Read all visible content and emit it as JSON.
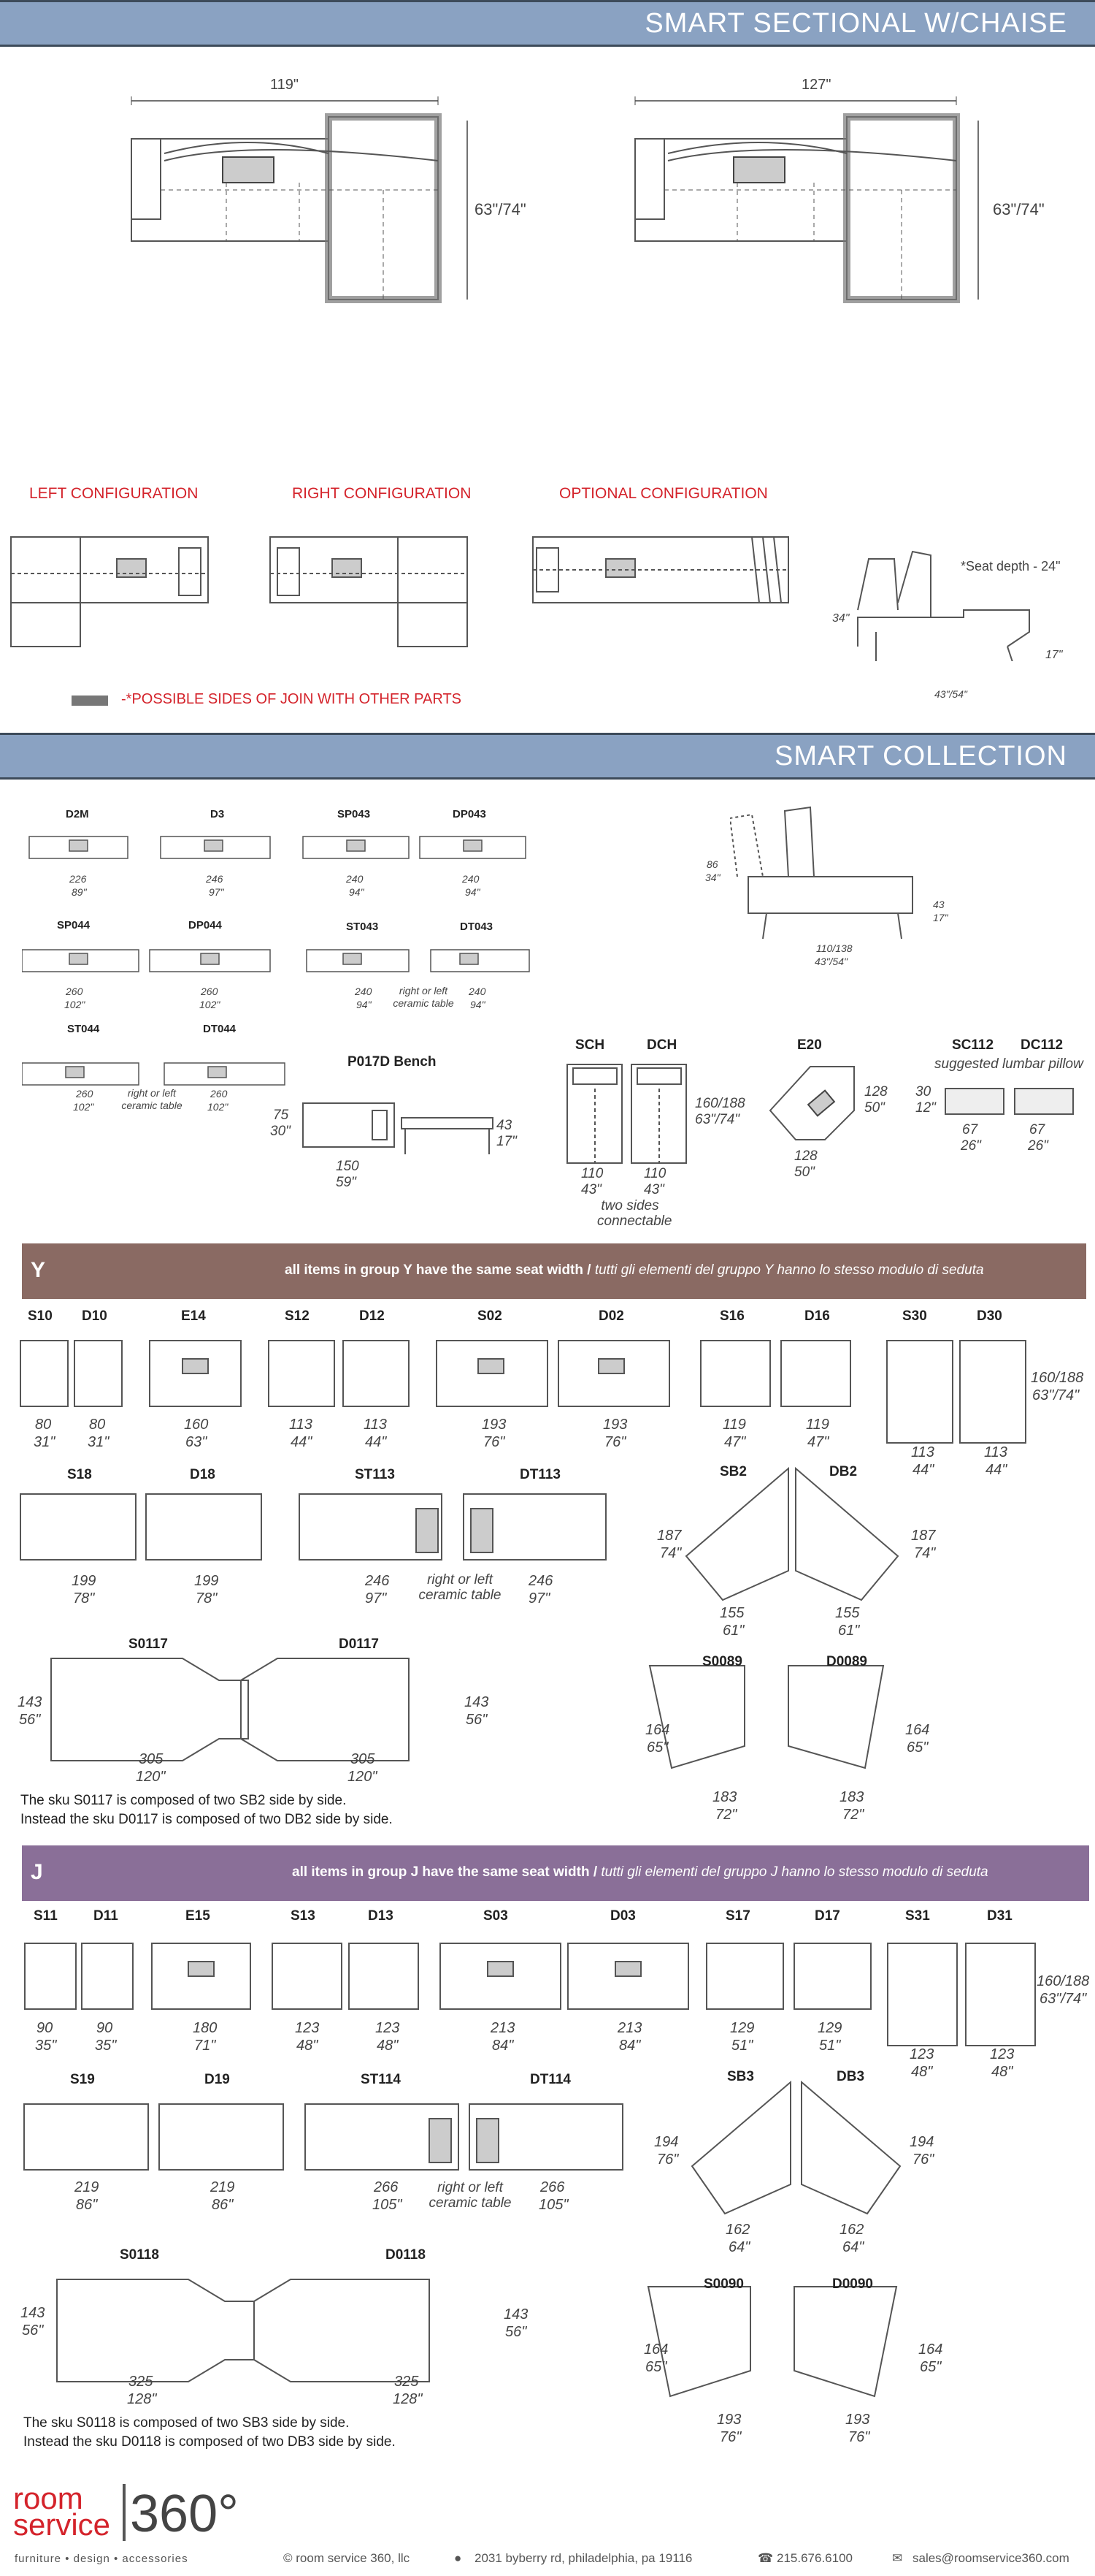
{
  "header1": {
    "title": "SMART SECTIONAL W/CHAISE"
  },
  "top": {
    "left_width": "119\"",
    "right_width": "127\"",
    "left_depth": "63\"/74\"",
    "right_depth": "63\"/74\""
  },
  "configs": {
    "left": "LEFT CONFIGURATION",
    "right": "RIGHT CONFIGURATION",
    "optional": "OPTIONAL CONFIGURATION",
    "legend": "-*POSSIBLE SIDES OF JOIN WITH OTHER PARTS",
    "seat_depth": "*Seat depth - 24\"",
    "side_h1": "34\"",
    "side_h2": "17\"",
    "side_w": "43\"/54\""
  },
  "header2": {
    "title": "SMART COLLECTION"
  },
  "smart_items": [
    {
      "label": "D2M",
      "cm": "226",
      "in": "89\""
    },
    {
      "label": "D3",
      "cm": "246",
      "in": "97\""
    },
    {
      "label": "SP043",
      "cm": "240",
      "in": "94\""
    },
    {
      "label": "DP043",
      "cm": "240",
      "in": "94\""
    },
    {
      "label": "SP044",
      "cm": "260",
      "in": "102\""
    },
    {
      "label": "DP044",
      "cm": "260",
      "in": "102\""
    },
    {
      "label": "ST043",
      "cm": "240",
      "in": "94\""
    },
    {
      "label": "DT043",
      "cm": "240",
      "in": "94\""
    },
    {
      "label": "ST044",
      "cm": "260",
      "in": "102\""
    },
    {
      "label": "DT044",
      "cm": "260",
      "in": "102\""
    }
  ],
  "table_note": "right or left ceramic table",
  "side_view": {
    "h_top": "86",
    "h_top_in": "34\"",
    "h2": "43",
    "h2_in": "17\"",
    "w": "110/138",
    "w_in": "43\"/54\""
  },
  "bench": {
    "label": "P017D Bench",
    "d": "75",
    "d_in": "30\"",
    "h": "43",
    "h_in": "17\"",
    "w": "150",
    "w_in": "59\""
  },
  "chaise": {
    "sch": "SCH",
    "dch": "DCH",
    "len": "160/188",
    "len_in": "63\"/74\"",
    "w": "110",
    "w_in": "43\"",
    "note": "two sides connectable"
  },
  "e20": {
    "label": "E20",
    "a": "128",
    "a_in": "50\"",
    "b": "128",
    "b_in": "50\""
  },
  "pillows": {
    "sc": "SC112",
    "dc": "DC112",
    "note": "suggested lumbar pillow",
    "w": "67",
    "w_in": "26\"",
    "h": "30",
    "h_in": "12\""
  },
  "groupY": {
    "letter": "Y",
    "desc": "all items in group Y have the same seat width / ",
    "desc_it": "tutti gli elementi del gruppo Y hanno lo stesso modulo di seduta",
    "row1": [
      {
        "l": "S10",
        "c": "80",
        "i": "31\""
      },
      {
        "l": "D10",
        "c": "80",
        "i": "31\""
      },
      {
        "l": "E14",
        "c": "160",
        "i": "63\""
      },
      {
        "l": "S12",
        "c": "113",
        "i": "44\""
      },
      {
        "l": "D12",
        "c": "113",
        "i": "44\""
      },
      {
        "l": "S02",
        "c": "193",
        "i": "76\""
      },
      {
        "l": "D02",
        "c": "193",
        "i": "76\""
      },
      {
        "l": "S16",
        "c": "119",
        "i": "47\""
      },
      {
        "l": "D16",
        "c": "119",
        "i": "47\""
      },
      {
        "l": "S30",
        "c": "113",
        "i": "44\""
      },
      {
        "l": "D30",
        "c": "113",
        "i": "44\""
      }
    ],
    "row1_depth": "160/188",
    "row1_depth_in": "63\"/74\"",
    "row2": [
      {
        "l": "S18",
        "c": "199",
        "i": "78\""
      },
      {
        "l": "D18",
        "c": "199",
        "i": "78\""
      },
      {
        "l": "ST113",
        "c": "246",
        "i": "97\""
      },
      {
        "l": "DT113",
        "c": "246",
        "i": "97\""
      }
    ],
    "sb": {
      "l1": "SB2",
      "l2": "DB2",
      "h": "187",
      "h_in": "74\"",
      "w": "155",
      "w_in": "61\""
    },
    "s0": {
      "l1": "S0117",
      "l2": "D0117",
      "h": "143",
      "h_in": "56\"",
      "w": "305",
      "w_in": "120\""
    },
    "s00": {
      "l1": "S0089",
      "l2": "D0089",
      "h": "164",
      "h_in": "65\"",
      "w": "183",
      "w_in": "72\""
    },
    "para1": "The sku S0117 is composed of two SB2 side by side.",
    "para2": "Instead the sku D0117 is composed of two DB2 side by side."
  },
  "groupJ": {
    "letter": "J",
    "desc": "all items in group J have the same seat width / ",
    "desc_it": "tutti gli elementi del gruppo J hanno lo stesso modulo di seduta",
    "row1": [
      {
        "l": "S11",
        "c": "90",
        "i": "35\""
      },
      {
        "l": "D11",
        "c": "90",
        "i": "35\""
      },
      {
        "l": "E15",
        "c": "180",
        "i": "71\""
      },
      {
        "l": "S13",
        "c": "123",
        "i": "48\""
      },
      {
        "l": "D13",
        "c": "123",
        "i": "48\""
      },
      {
        "l": "S03",
        "c": "213",
        "i": "84\""
      },
      {
        "l": "D03",
        "c": "213",
        "i": "84\""
      },
      {
        "l": "S17",
        "c": "129",
        "i": "51\""
      },
      {
        "l": "D17",
        "c": "129",
        "i": "51\""
      },
      {
        "l": "S31",
        "c": "123",
        "i": "48\""
      },
      {
        "l": "D31",
        "c": "123",
        "i": "48\""
      }
    ],
    "row1_depth": "160/188",
    "row1_depth_in": "63\"/74\"",
    "row2": [
      {
        "l": "S19",
        "c": "219",
        "i": "86\""
      },
      {
        "l": "D19",
        "c": "219",
        "i": "86\""
      },
      {
        "l": "ST114",
        "c": "266",
        "i": "105\""
      },
      {
        "l": "DT114",
        "c": "266",
        "i": "105\""
      }
    ],
    "sb": {
      "l1": "SB3",
      "l2": "DB3",
      "h": "194",
      "h_in": "76\"",
      "w": "162",
      "w_in": "64\""
    },
    "s0": {
      "l1": "S0118",
      "l2": "D0118",
      "h": "143",
      "h_in": "56\"",
      "w": "325",
      "w_in": "128\""
    },
    "s00": {
      "l1": "S0090",
      "l2": "D0090",
      "h": "164",
      "h_in": "65\"",
      "w": "193",
      "w_in": "76\""
    },
    "para1": "The sku S0118 is composed of two SB3 side by side.",
    "para2": "Instead the sku D0118 is composed of two DB3 side by side."
  },
  "footer": {
    "brand1": "room",
    "brand2": "service",
    "brand3": "360°",
    "tagline": "furniture  •  design  •  accessories",
    "copyright": "© room service 360, llc",
    "address": "2031 byberry rd, philadelphia, pa 19116",
    "phone": "215.676.6100",
    "email": "sales@roomservice360.com"
  },
  "colors": {
    "header": "#8aa2c2",
    "groupY": "#8a6a63",
    "groupJ": "#8a6f98",
    "config_red": "#d4232b"
  }
}
